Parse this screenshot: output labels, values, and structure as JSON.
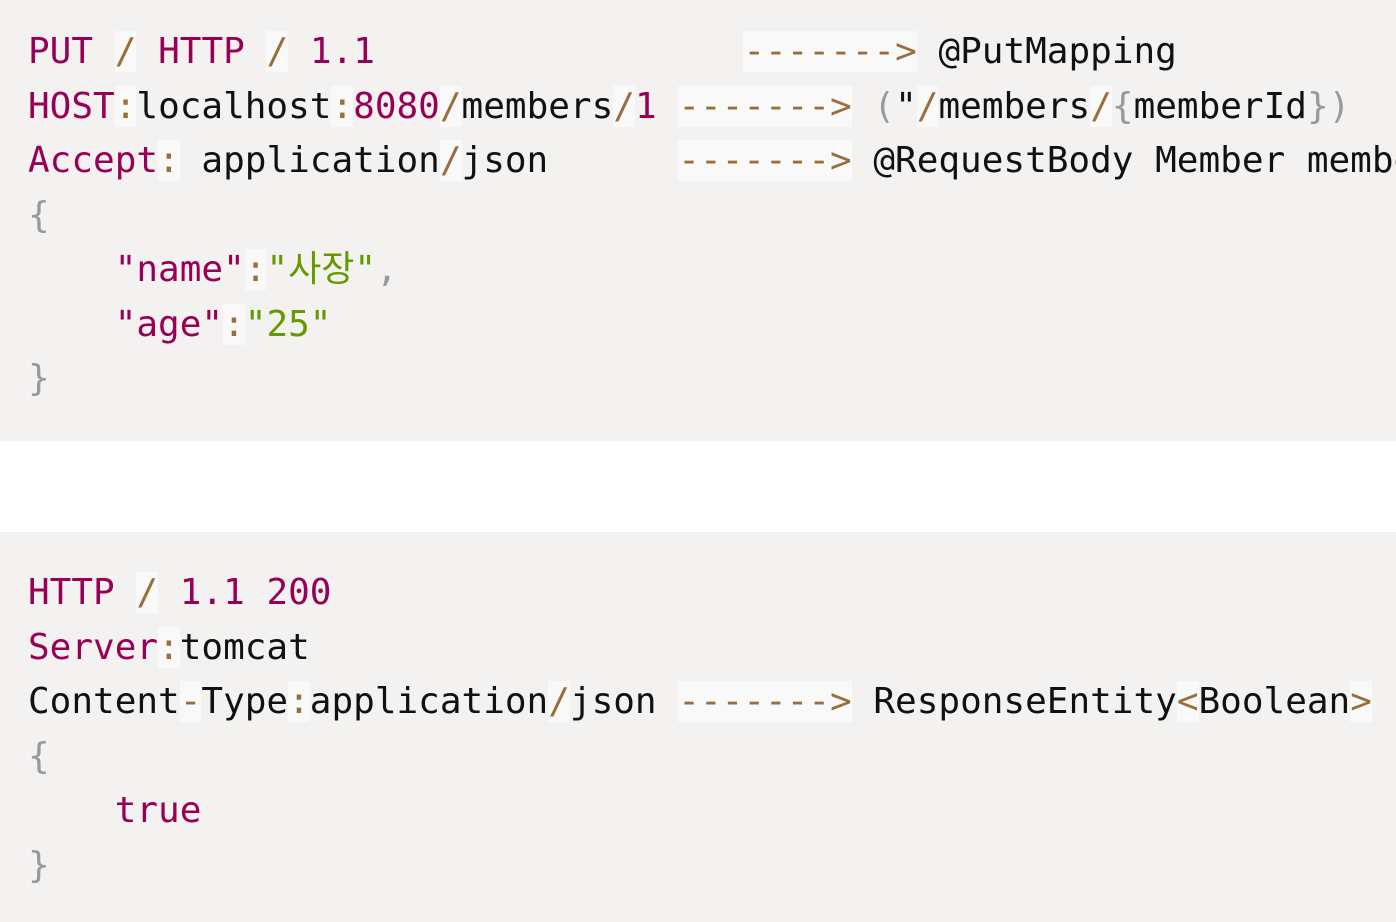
{
  "request": {
    "line1": {
      "method": "PUT",
      "sep1": "/",
      "proto": "HTTP",
      "sep2": "/",
      "version": "1.1",
      "gap": "                 ",
      "arrow": "------->",
      "annotation": "@PutMapping"
    },
    "line2": {
      "host_key": "HOST",
      "colon1": ":",
      "host_value": "localhost",
      "colon2": ":",
      "port": "8080",
      "slash1": "/",
      "path": "members",
      "slash2": "/",
      "id": "1",
      "arrow": "------->",
      "paren_open": "(",
      "quote": "\"",
      "slash3": "/",
      "mapping_path": "members",
      "slash4": "/",
      "brace_open": "{",
      "path_var": "memberId",
      "brace_close": "}",
      "paren_close": ")"
    },
    "line3": {
      "accept_key": "Accept",
      "colon": ":",
      "type_a": "application",
      "slash": "/",
      "type_b": "json",
      "gap": "      ",
      "arrow": "------->",
      "body_annotation": "@RequestBody Member member"
    },
    "body_open": "{",
    "field1_key": "\"name\"",
    "field1_colon": ":",
    "field1_value": "\"사장\"",
    "field1_comma": ",",
    "field2_key": "\"age\"",
    "field2_colon": ":",
    "field2_value": "\"25\"",
    "body_close": "}"
  },
  "response": {
    "line1": {
      "proto": "HTTP",
      "sep": "/",
      "status": "1.1 200"
    },
    "line2": {
      "server_key": "Server",
      "colon": ":",
      "server_value": "tomcat"
    },
    "line3": {
      "ct_a": "Content",
      "dash": "-",
      "ct_b": "Type",
      "colon": ":",
      "type_a": "application",
      "slash": "/",
      "type_b": "json",
      "arrow": "------->",
      "entity": "ResponseEntity",
      "lt": "<",
      "generic": "Boolean",
      "gt": ">"
    },
    "body_open": "{",
    "body_value": "true",
    "body_close": "}"
  }
}
